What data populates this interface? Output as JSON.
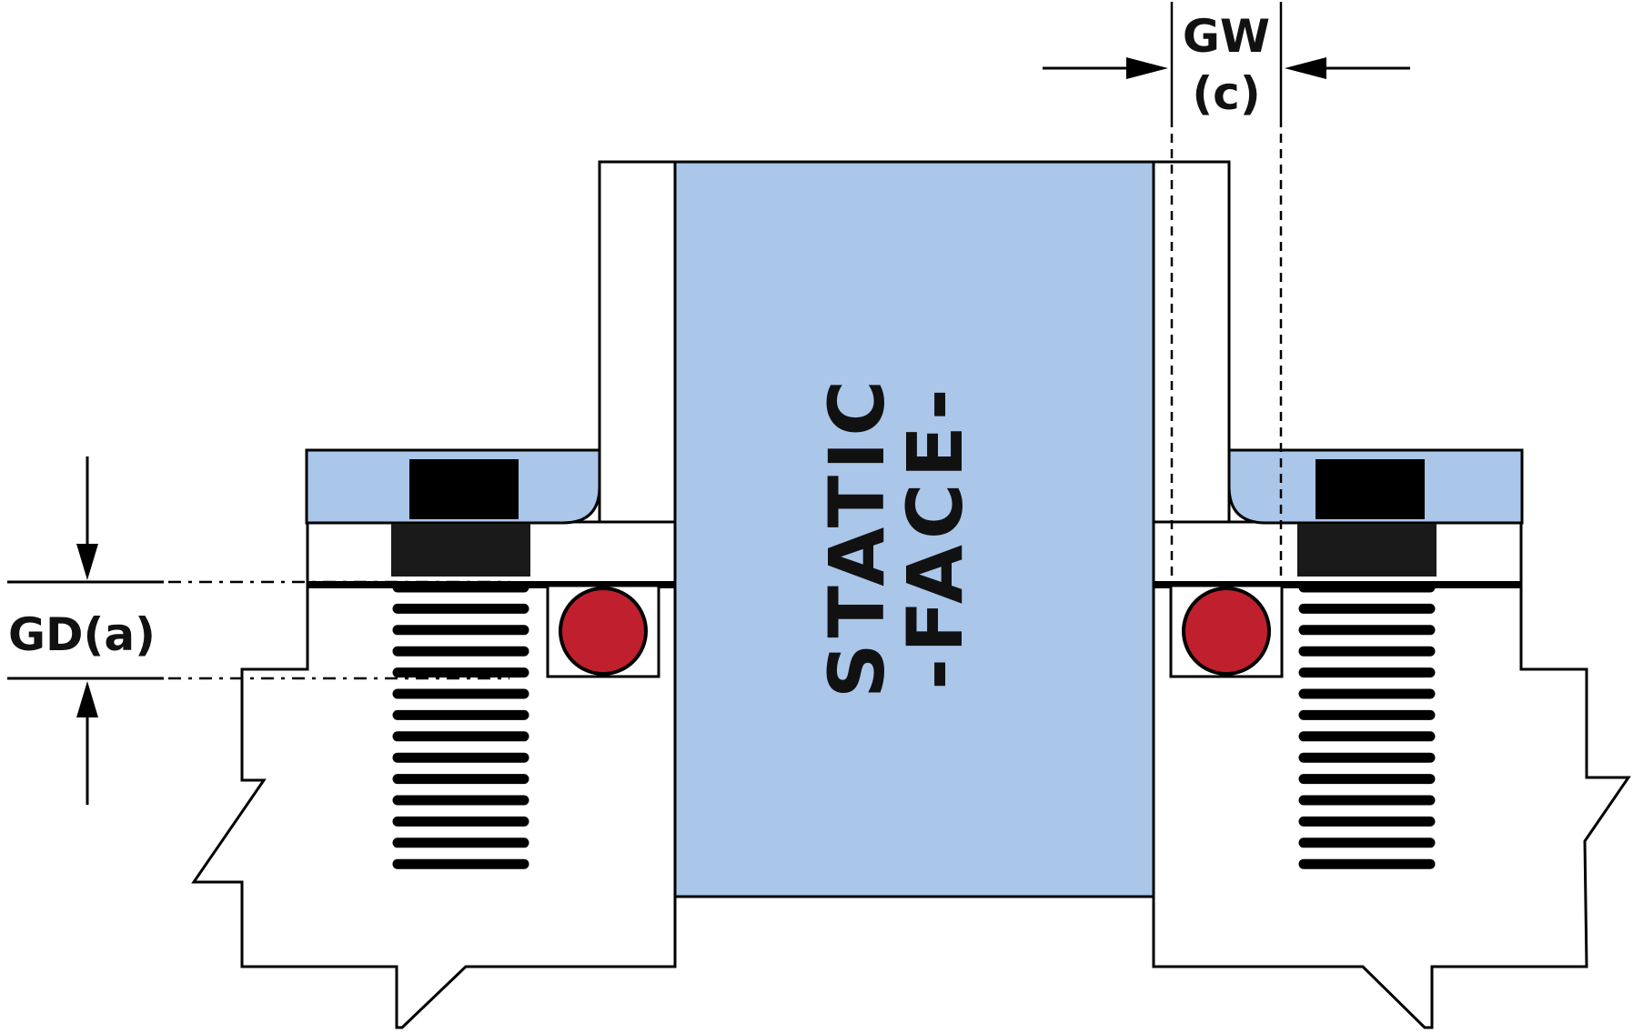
{
  "labels": {
    "gd": "GD(a)",
    "gw_line1": "GW",
    "gw_line2": "(c)",
    "center_line1": "STATIC",
    "center_line2": "-FACE-"
  },
  "colors": {
    "plate_blue": "#aac6e9",
    "oring_red": "#c0202e",
    "outline": "#000000",
    "bolt": "#111111",
    "background": "#ffffff"
  },
  "icons": {
    "dimension_arrows": "arrow-head-icon",
    "bolts": "threaded-bolt-icon",
    "seals": "o-ring-icon"
  }
}
